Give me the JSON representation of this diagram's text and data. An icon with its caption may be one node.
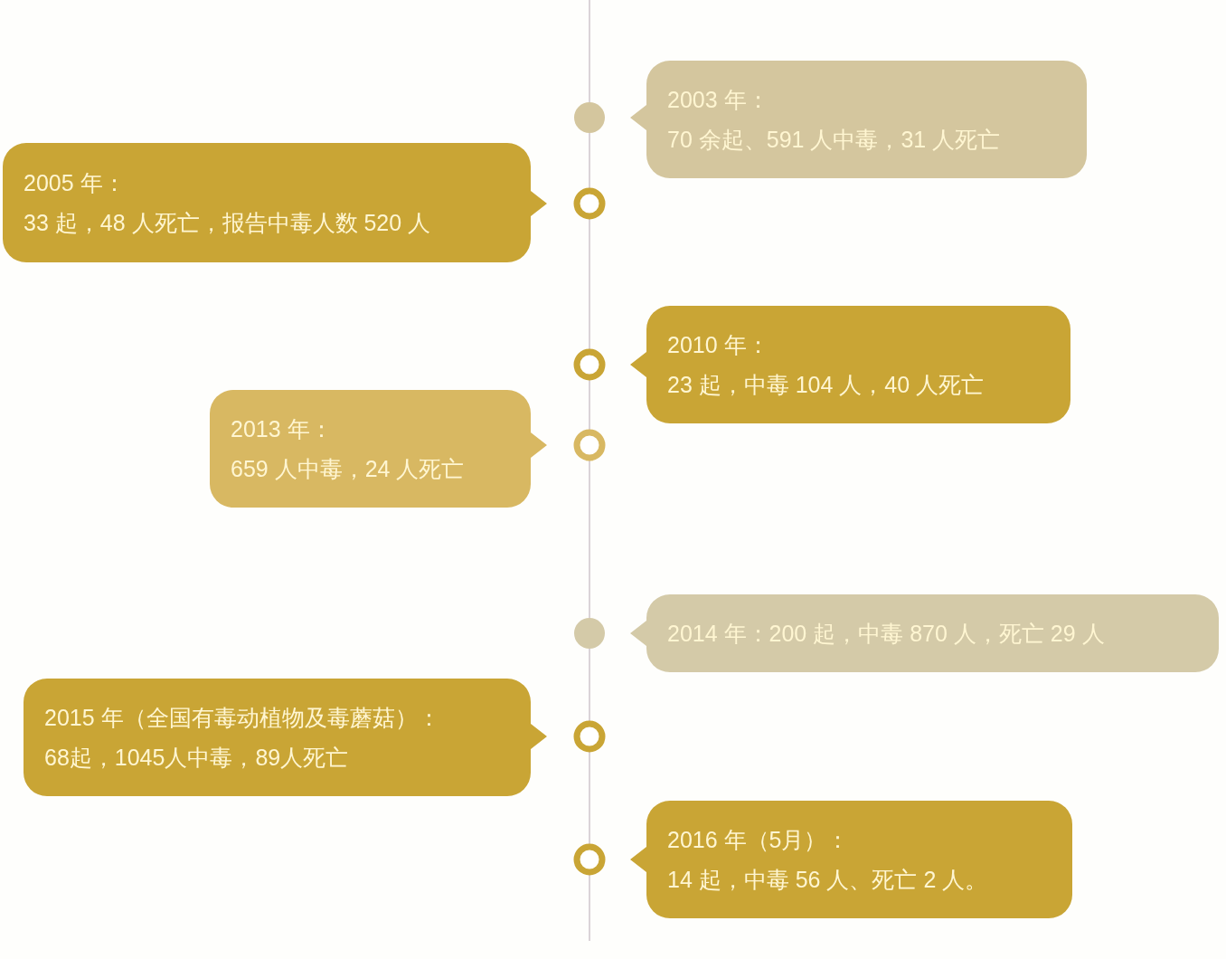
{
  "diagram": {
    "nodes": [
      {
        "text": [
          "2003 年：",
          "70 余起、591 人中毒，31 人死亡"
        ]
      },
      {
        "text": [
          "2005 年：",
          "33 起，48 人死亡，报告中毒人数 520 人"
        ]
      },
      {
        "text": [
          "2010 年：",
          "23 起，中毒 104 人，40 人死亡"
        ]
      },
      {
        "text": [
          "2013 年：",
          "659 人中毒，24 人死亡"
        ]
      },
      {
        "text": [
          "2014 年：200 起，中毒 870 人，死亡 29 人"
        ]
      },
      {
        "text": [
          "2015 年（全国有毒动植物及毒蘑菇）：",
          "68起，1045人中毒，89人死亡"
        ]
      },
      {
        "text": [
          "2016 年（5月）：",
          "14 起，中毒 56 人、死亡 2 人。"
        ]
      }
    ]
  }
}
